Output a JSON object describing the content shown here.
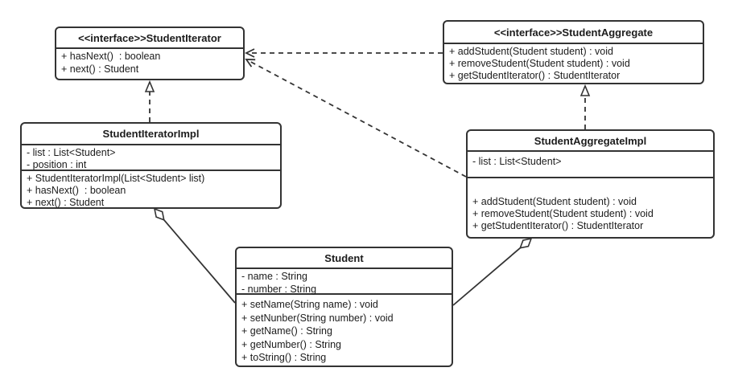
{
  "canvas": {
    "background_color": "#ffffff",
    "line_color": "#333333",
    "text_color": "#1c1c1c"
  },
  "diagram": {
    "type": "uml-class-diagram",
    "pattern": "Iterator",
    "classes": {
      "student_iterator": {
        "title": "<<interface>>StudentIterator",
        "attributes": [],
        "methods": [
          "+ hasNext()  : boolean",
          "+ next() : Student"
        ]
      },
      "student_aggregate": {
        "title": "<<interface>>StudentAggregate",
        "attributes": [],
        "methods": [
          "+ addStudent(Student student) : void",
          "+ removeStudent(Student student) : void",
          "+ getStudentIterator() : StudentIterator"
        ]
      },
      "student_iterator_impl": {
        "title": "StudentIteratorImpl",
        "attributes": [
          "- list : List<Student>",
          "- position : int"
        ],
        "methods": [
          "+ StudentIteratorImpl(List<Student> list)",
          "+ hasNext()  : boolean",
          "+ next() : Student"
        ]
      },
      "student_aggregate_impl": {
        "title": "StudentAggregateImpl",
        "attributes": [
          "- list : List<Student>"
        ],
        "methods": [
          "+ addStudent(Student student) : void",
          "+ removeStudent(Student student) : void",
          "+ getStudentIterator() : StudentIterator"
        ]
      },
      "student": {
        "title": "Student",
        "attributes": [
          "- name : String",
          "- number : String"
        ],
        "methods": [
          "+ setName(String name) : void",
          "+ setNunber(String number) : void",
          "+ getName() : String",
          "+ getNumber() : String",
          "+ toString() : String"
        ]
      }
    },
    "relations": [
      {
        "from": "StudentIteratorImpl",
        "to": "StudentIterator",
        "type": "realization",
        "line": "dashed",
        "head": "hollow-triangle"
      },
      {
        "from": "StudentAggregateImpl",
        "to": "StudentAggregate",
        "type": "realization",
        "line": "dashed",
        "head": "hollow-triangle"
      },
      {
        "from": "StudentAggregate",
        "to": "StudentIterator",
        "type": "dependency",
        "line": "dashed",
        "head": "open-arrow"
      },
      {
        "from": "StudentAggregateImpl",
        "to": "StudentIterator",
        "type": "dependency",
        "line": "dashed",
        "head": "open-arrow"
      },
      {
        "from": "StudentIteratorImpl",
        "to": "Student",
        "type": "aggregation",
        "line": "solid",
        "head": "hollow-diamond-at-whole"
      },
      {
        "from": "StudentAggregateImpl",
        "to": "Student",
        "type": "aggregation",
        "line": "solid",
        "head": "hollow-diamond-at-whole"
      }
    ]
  }
}
